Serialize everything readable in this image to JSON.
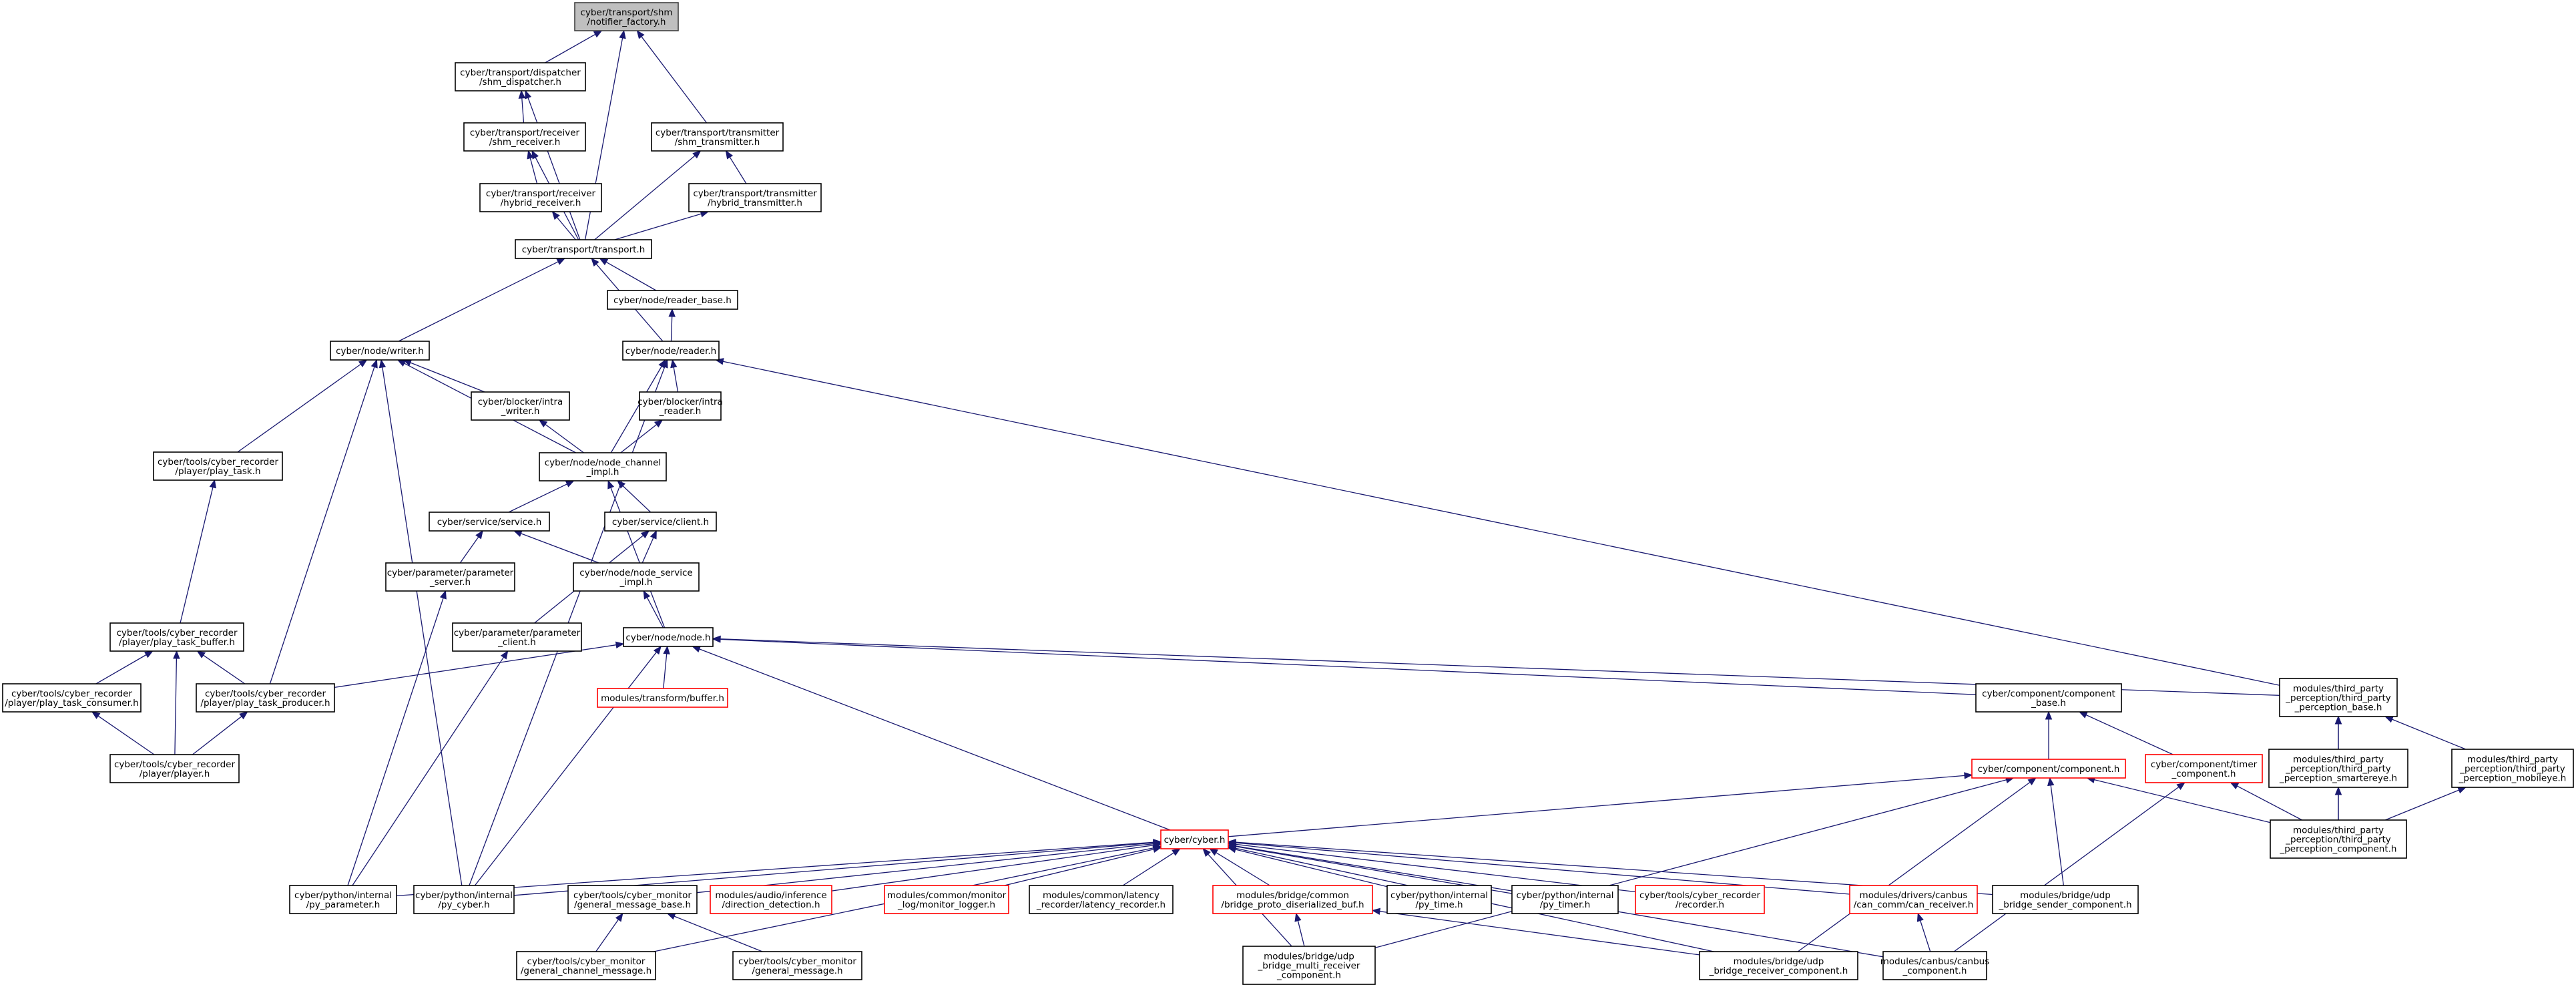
{
  "graph": {
    "nodes": [
      {
        "id": "notifier",
        "label": [
          "cyber/transport/shm",
          "/notifier_factory.h"
        ],
        "root": true
      },
      {
        "id": "shm_dispatcher",
        "label": [
          "cyber/transport/dispatcher",
          "/shm_dispatcher.h"
        ]
      },
      {
        "id": "shm_receiver",
        "label": [
          "cyber/transport/receiver",
          "/shm_receiver.h"
        ]
      },
      {
        "id": "hybrid_receiver",
        "label": [
          "cyber/transport/receiver",
          "/hybrid_receiver.h"
        ]
      },
      {
        "id": "shm_transmitter",
        "label": [
          "cyber/transport/transmitter",
          "/shm_transmitter.h"
        ]
      },
      {
        "id": "hybrid_transmitter",
        "label": [
          "cyber/transport/transmitter",
          "/hybrid_transmitter.h"
        ]
      },
      {
        "id": "transport",
        "label": [
          "cyber/transport/transport.h"
        ]
      },
      {
        "id": "reader_base",
        "label": [
          "cyber/node/reader_base.h"
        ]
      },
      {
        "id": "writer",
        "label": [
          "cyber/node/writer.h"
        ]
      },
      {
        "id": "reader",
        "label": [
          "cyber/node/reader.h"
        ]
      },
      {
        "id": "intra_writer",
        "label": [
          "cyber/blocker/intra",
          "_writer.h"
        ]
      },
      {
        "id": "intra_reader",
        "label": [
          "cyber/blocker/intra",
          "_reader.h"
        ]
      },
      {
        "id": "play_task",
        "label": [
          "cyber/tools/cyber_recorder",
          "/player/play_task.h"
        ]
      },
      {
        "id": "node_channel_impl",
        "label": [
          "cyber/node/node_channel",
          "_impl.h"
        ]
      },
      {
        "id": "service",
        "label": [
          "cyber/service/service.h"
        ]
      },
      {
        "id": "client",
        "label": [
          "cyber/service/client.h"
        ]
      },
      {
        "id": "parameter_server",
        "label": [
          "cyber/parameter/parameter",
          "_server.h"
        ]
      },
      {
        "id": "node_service_impl",
        "label": [
          "cyber/node/node_service",
          "_impl.h"
        ]
      },
      {
        "id": "parameter_client",
        "label": [
          "cyber/parameter/parameter",
          "_client.h"
        ]
      },
      {
        "id": "node",
        "label": [
          "cyber/node/node.h"
        ]
      },
      {
        "id": "play_task_buffer",
        "label": [
          "cyber/tools/cyber_recorder",
          "/player/play_task_buffer.h"
        ]
      },
      {
        "id": "play_task_consumer",
        "label": [
          "cyber/tools/cyber_recorder",
          "/player/play_task_consumer.h"
        ]
      },
      {
        "id": "play_task_producer",
        "label": [
          "cyber/tools/cyber_recorder",
          "/player/play_task_producer.h"
        ]
      },
      {
        "id": "player",
        "label": [
          "cyber/tools/cyber_recorder",
          "/player/player.h"
        ]
      },
      {
        "id": "buffer",
        "label": [
          "modules/transform/buffer.h"
        ],
        "red": true
      },
      {
        "id": "component_base",
        "label": [
          "cyber/component/component",
          "_base.h"
        ]
      },
      {
        "id": "tp_base",
        "label": [
          "modules/third_party",
          "_perception/third_party",
          "_perception_base.h"
        ]
      },
      {
        "id": "component",
        "label": [
          "cyber/component/component.h"
        ],
        "red": true
      },
      {
        "id": "timer_component",
        "label": [
          "cyber/component/timer",
          "_component.h"
        ],
        "red": true
      },
      {
        "id": "tp_smartereye",
        "label": [
          "modules/third_party",
          "_perception/third_party",
          "_perception_smartereye.h"
        ]
      },
      {
        "id": "tp_mobileye",
        "label": [
          "modules/third_party",
          "_perception/third_party",
          "_perception_mobileye.h"
        ]
      },
      {
        "id": "tp_component",
        "label": [
          "modules/third_party",
          "_perception/third_party",
          "_perception_component.h"
        ]
      },
      {
        "id": "cyber",
        "label": [
          "cyber/cyber.h"
        ],
        "red": true
      },
      {
        "id": "py_parameter",
        "label": [
          "cyber/python/internal",
          "/py_parameter.h"
        ]
      },
      {
        "id": "py_cyber",
        "label": [
          "cyber/python/internal",
          "/py_cyber.h"
        ]
      },
      {
        "id": "general_message_base",
        "label": [
          "cyber/tools/cyber_monitor",
          "/general_message_base.h"
        ]
      },
      {
        "id": "direction_detection",
        "label": [
          "modules/audio/inference",
          "/direction_detection.h"
        ],
        "red": true
      },
      {
        "id": "monitor_logger",
        "label": [
          "modules/common/monitor",
          "_log/monitor_logger.h"
        ],
        "red": true
      },
      {
        "id": "latency_recorder",
        "label": [
          "modules/common/latency",
          "_recorder/latency_recorder.h"
        ]
      },
      {
        "id": "proto_buf",
        "label": [
          "modules/bridge/common",
          "/bridge_proto_diserialized_buf.h"
        ],
        "red": true
      },
      {
        "id": "py_time",
        "label": [
          "cyber/python/internal",
          "/py_time.h"
        ]
      },
      {
        "id": "py_timer",
        "label": [
          "cyber/python/internal",
          "/py_timer.h"
        ]
      },
      {
        "id": "recorder",
        "label": [
          "cyber/tools/cyber_recorder",
          "/recorder.h"
        ],
        "red": true
      },
      {
        "id": "can_receiver",
        "label": [
          "modules/drivers/canbus",
          "/can_comm/can_receiver.h"
        ],
        "red": true
      },
      {
        "id": "udp_sender",
        "label": [
          "modules/bridge/udp",
          "_bridge_sender_component.h"
        ]
      },
      {
        "id": "general_channel_message",
        "label": [
          "cyber/tools/cyber_monitor",
          "/general_channel_message.h"
        ]
      },
      {
        "id": "general_message",
        "label": [
          "cyber/tools/cyber_monitor",
          "/general_message.h"
        ]
      },
      {
        "id": "udp_multi_receiver",
        "label": [
          "modules/bridge/udp",
          "_bridge_multi_receiver",
          "_component.h"
        ]
      },
      {
        "id": "udp_receiver",
        "label": [
          "modules/bridge/udp",
          "_bridge_receiver_component.h"
        ]
      },
      {
        "id": "canbus_component",
        "label": [
          "modules/canbus/canbus",
          "_component.h"
        ]
      }
    ],
    "edges": [
      [
        "shm_dispatcher",
        "notifier"
      ],
      [
        "transport",
        "notifier"
      ],
      [
        "shm_transmitter",
        "notifier"
      ],
      [
        "shm_receiver",
        "shm_dispatcher"
      ],
      [
        "transport",
        "shm_dispatcher"
      ],
      [
        "hybrid_receiver",
        "shm_receiver"
      ],
      [
        "transport",
        "shm_receiver"
      ],
      [
        "transport",
        "hybrid_receiver"
      ],
      [
        "hybrid_transmitter",
        "shm_transmitter"
      ],
      [
        "transport",
        "shm_transmitter"
      ],
      [
        "transport",
        "hybrid_transmitter"
      ],
      [
        "writer",
        "transport"
      ],
      [
        "reader_base",
        "transport"
      ],
      [
        "reader",
        "transport"
      ],
      [
        "reader",
        "reader_base"
      ],
      [
        "intra_writer",
        "writer"
      ],
      [
        "play_task",
        "writer"
      ],
      [
        "node_channel_impl",
        "writer"
      ],
      [
        "play_task_producer",
        "writer"
      ],
      [
        "py_cyber",
        "writer"
      ],
      [
        "intra_reader",
        "reader"
      ],
      [
        "node_channel_impl",
        "reader"
      ],
      [
        "py_cyber",
        "reader"
      ],
      [
        "tp_base",
        "reader"
      ],
      [
        "node_channel_impl",
        "intra_writer"
      ],
      [
        "node_channel_impl",
        "intra_reader"
      ],
      [
        "play_task_buffer",
        "play_task"
      ],
      [
        "service",
        "node_channel_impl"
      ],
      [
        "client",
        "node_channel_impl"
      ],
      [
        "node",
        "node_channel_impl"
      ],
      [
        "parameter_server",
        "service"
      ],
      [
        "node_service_impl",
        "service"
      ],
      [
        "node_service_impl",
        "client"
      ],
      [
        "parameter_client",
        "client"
      ],
      [
        "node",
        "node_service_impl"
      ],
      [
        "py_parameter",
        "parameter_server"
      ],
      [
        "py_parameter",
        "parameter_client"
      ],
      [
        "play_task_producer",
        "node"
      ],
      [
        "buffer",
        "node"
      ],
      [
        "component_base",
        "node"
      ],
      [
        "tp_base",
        "node"
      ],
      [
        "cyber",
        "node"
      ],
      [
        "py_cyber",
        "node"
      ],
      [
        "play_task_consumer",
        "play_task_buffer"
      ],
      [
        "play_task_producer",
        "play_task_buffer"
      ],
      [
        "player",
        "play_task_buffer"
      ],
      [
        "player",
        "play_task_consumer"
      ],
      [
        "player",
        "play_task_producer"
      ],
      [
        "component",
        "component_base"
      ],
      [
        "timer_component",
        "component_base"
      ],
      [
        "tp_smartereye",
        "tp_base"
      ],
      [
        "tp_mobileye",
        "tp_base"
      ],
      [
        "tp_component",
        "tp_base"
      ],
      [
        "cyber",
        "component"
      ],
      [
        "tp_component",
        "component"
      ],
      [
        "udp_sender",
        "component"
      ],
      [
        "udp_multi_receiver",
        "component"
      ],
      [
        "udp_receiver",
        "component"
      ],
      [
        "tp_component",
        "timer_component"
      ],
      [
        "canbus_component",
        "timer_component"
      ],
      [
        "tp_component",
        "tp_smartereye"
      ],
      [
        "tp_component",
        "tp_mobileye"
      ],
      [
        "py_parameter",
        "cyber"
      ],
      [
        "py_cyber",
        "cyber"
      ],
      [
        "general_message_base",
        "cyber"
      ],
      [
        "direction_detection",
        "cyber"
      ],
      [
        "monitor_logger",
        "cyber"
      ],
      [
        "latency_recorder",
        "cyber"
      ],
      [
        "proto_buf",
        "cyber"
      ],
      [
        "py_time",
        "cyber"
      ],
      [
        "py_timer",
        "cyber"
      ],
      [
        "recorder",
        "cyber"
      ],
      [
        "can_receiver",
        "cyber"
      ],
      [
        "udp_sender",
        "cyber"
      ],
      [
        "udp_multi_receiver",
        "cyber"
      ],
      [
        "udp_receiver",
        "cyber"
      ],
      [
        "canbus_component",
        "cyber"
      ],
      [
        "general_channel_message",
        "cyber"
      ],
      [
        "general_channel_message",
        "general_message_base"
      ],
      [
        "general_message",
        "general_message_base"
      ],
      [
        "udp_multi_receiver",
        "proto_buf"
      ],
      [
        "udp_receiver",
        "proto_buf"
      ],
      [
        "canbus_component",
        "can_receiver"
      ]
    ]
  }
}
